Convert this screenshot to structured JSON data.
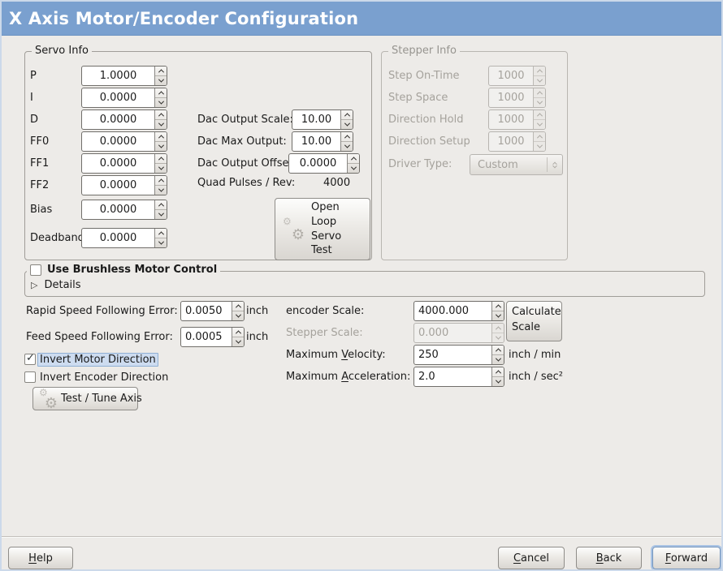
{
  "window": {
    "title": "X Axis Motor/Encoder Configuration"
  },
  "icons": {
    "gears": "⚙",
    "expander": "▷",
    "check": "✓"
  },
  "colors": {
    "titlebar_bg": "#7aa0cf",
    "content_bg": "#edebe8",
    "selection_highlight": "#cddcf0",
    "focus_ring": "#aac4e4"
  },
  "servo_info": {
    "legend": "Servo Info",
    "fields": [
      {
        "label": "P",
        "value": "1.0000"
      },
      {
        "label": "I",
        "value": "0.0000"
      },
      {
        "label": "D",
        "value": "0.0000"
      },
      {
        "label": "FF0",
        "value": "0.0000"
      },
      {
        "label": "FF1",
        "value": "0.0000"
      },
      {
        "label": "FF2",
        "value": "0.0000"
      },
      {
        "label": "Bias",
        "value": "0.0000"
      },
      {
        "label": "Deadband",
        "value": "0.0000"
      }
    ]
  },
  "dac": {
    "rows": [
      {
        "label": "Dac Output Scale:",
        "value": "10.00"
      },
      {
        "label": "Dac Max Output:",
        "value": "10.00"
      },
      {
        "label": "Dac Output Offset:",
        "value": "0.0000"
      }
    ],
    "quad_label": "Quad Pulses / Rev:",
    "quad_value": "4000",
    "open_loop_button": "Open Loop Servo Test"
  },
  "stepper_info": {
    "legend": "Stepper Info",
    "fields": [
      {
        "label": "Step On-Time",
        "value": "1000"
      },
      {
        "label": "Step Space",
        "value": "1000"
      },
      {
        "label": "Direction Hold",
        "value": "1000"
      },
      {
        "label": "Direction Setup",
        "value": "1000"
      }
    ],
    "driver_type": {
      "label": "Driver Type:",
      "value": "Custom"
    }
  },
  "brushless": {
    "checkbox_label": "Use Brushless Motor Control",
    "checked": false,
    "details_label": "Details"
  },
  "following_error": {
    "rows": [
      {
        "label": "Rapid Speed Following Error:",
        "value": "0.0050",
        "unit": "inch"
      },
      {
        "label": "Feed Speed Following Error:",
        "value": "0.0005",
        "unit": "inch"
      }
    ]
  },
  "direction": {
    "invert_motor": {
      "label": "Invert Motor Direction",
      "checked": true
    },
    "invert_encoder": {
      "label": "Invert Encoder Direction",
      "checked": false
    }
  },
  "test_button": {
    "label": "Test / Tune Axis"
  },
  "scaling": {
    "encoder": {
      "label": "encoder Scale:",
      "value": "4000.000"
    },
    "stepper": {
      "label": "Stepper Scale:",
      "value": "0.000"
    },
    "velocity": {
      "label_pre": "Maximum ",
      "label_u": "V",
      "label_post": "elocity:",
      "value": "250",
      "unit": "inch / min"
    },
    "acceleration": {
      "label_pre": "Maximum ",
      "label_u": "A",
      "label_post": "cceleration:",
      "value": "2.0",
      "unit": "inch / sec²"
    },
    "calculate_button": "Calculate Scale"
  },
  "footer": {
    "help": {
      "u": "H",
      "rest": "elp"
    },
    "cancel": {
      "u": "C",
      "rest": "ancel"
    },
    "back": {
      "u": "B",
      "rest": "ack"
    },
    "forward": {
      "u": "F",
      "rest": "orward"
    }
  }
}
